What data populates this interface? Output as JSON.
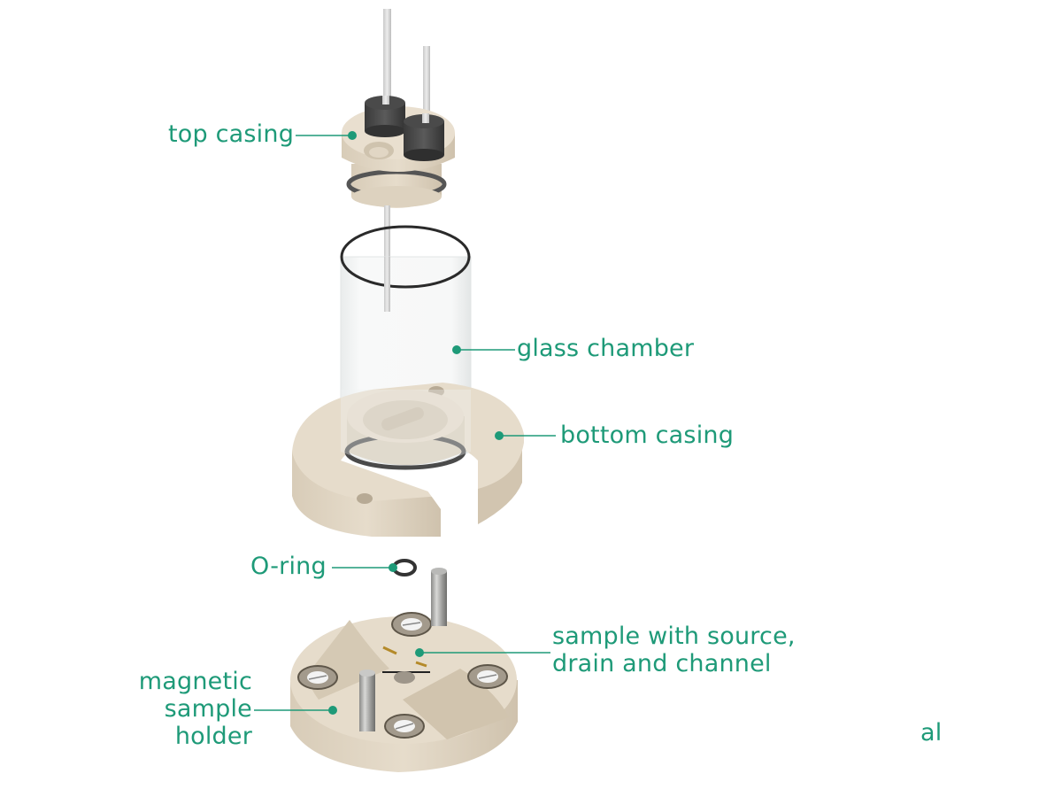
{
  "diagram": {
    "type": "exploded-view",
    "accent_color": "#1e9a78",
    "part_color": "#e3d8c6",
    "components": [
      {
        "id": "top-casing",
        "label": "top casing"
      },
      {
        "id": "glass-chamber",
        "label": "glass chamber"
      },
      {
        "id": "bottom-casing",
        "label": "bottom casing"
      },
      {
        "id": "o-ring",
        "label": "O-ring"
      },
      {
        "id": "sample",
        "label": "sample with source,\ndrain and channel"
      },
      {
        "id": "sample-holder",
        "label": "magnetic\nsample\nholder"
      }
    ],
    "clipped_text": "al"
  }
}
